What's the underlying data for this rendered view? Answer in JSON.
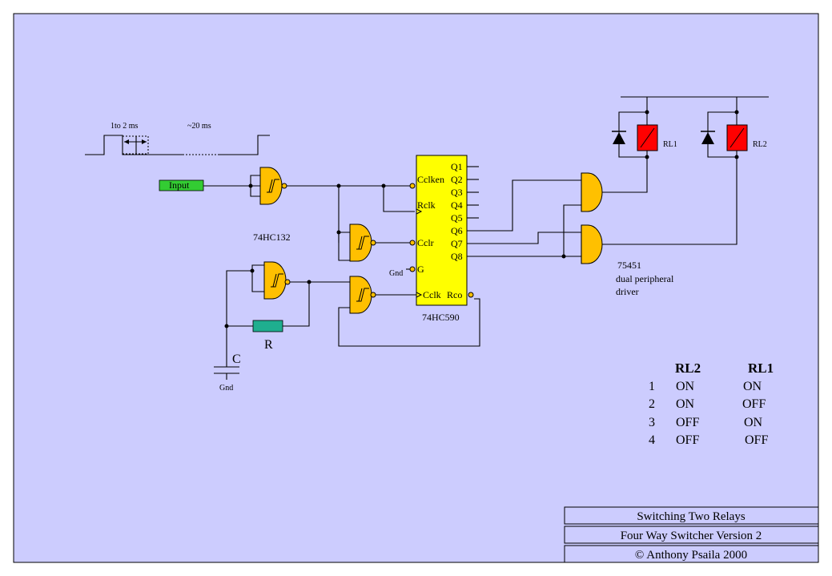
{
  "colors": {
    "background": "#ccccfe",
    "gate_fill": "#ffc000",
    "counter_fill": "#ffff00",
    "input_box": "#33cc33",
    "resistor": "#1fae8f",
    "relay": "#ff0000"
  },
  "timing": {
    "pulse_width_label": "1to 2 ms",
    "period_label": "~20 ms"
  },
  "input_label": "Input",
  "chips": {
    "schmitt": "74HC132",
    "counter": "74HC590",
    "driver_line1": "75451",
    "driver_line2": "dual peripheral",
    "driver_line3": "driver"
  },
  "counter_pins": {
    "left": [
      "Cclken",
      "Rclk",
      "Cclr",
      "G",
      "Cclk"
    ],
    "right": [
      "Q1",
      "Q2",
      "Q3",
      "Q4",
      "Q5",
      "Q6",
      "Q7",
      "Q8",
      "Rco"
    ]
  },
  "gnd_label": "Gnd",
  "components": {
    "resistor": "R",
    "capacitor": "C"
  },
  "relays": [
    "RL1",
    "RL2"
  ],
  "truth_table": {
    "headers": [
      "",
      "RL2",
      "RL1"
    ],
    "rows": [
      [
        "1",
        "ON",
        "ON"
      ],
      [
        "2",
        "ON",
        "OFF"
      ],
      [
        "3",
        "OFF",
        "ON"
      ],
      [
        "4",
        "OFF",
        "OFF"
      ]
    ]
  },
  "title_block": {
    "line1": "Switching Two Relays",
    "line2": "Four Way Switcher Version 2",
    "line3": "© Anthony Psaila 2000"
  }
}
